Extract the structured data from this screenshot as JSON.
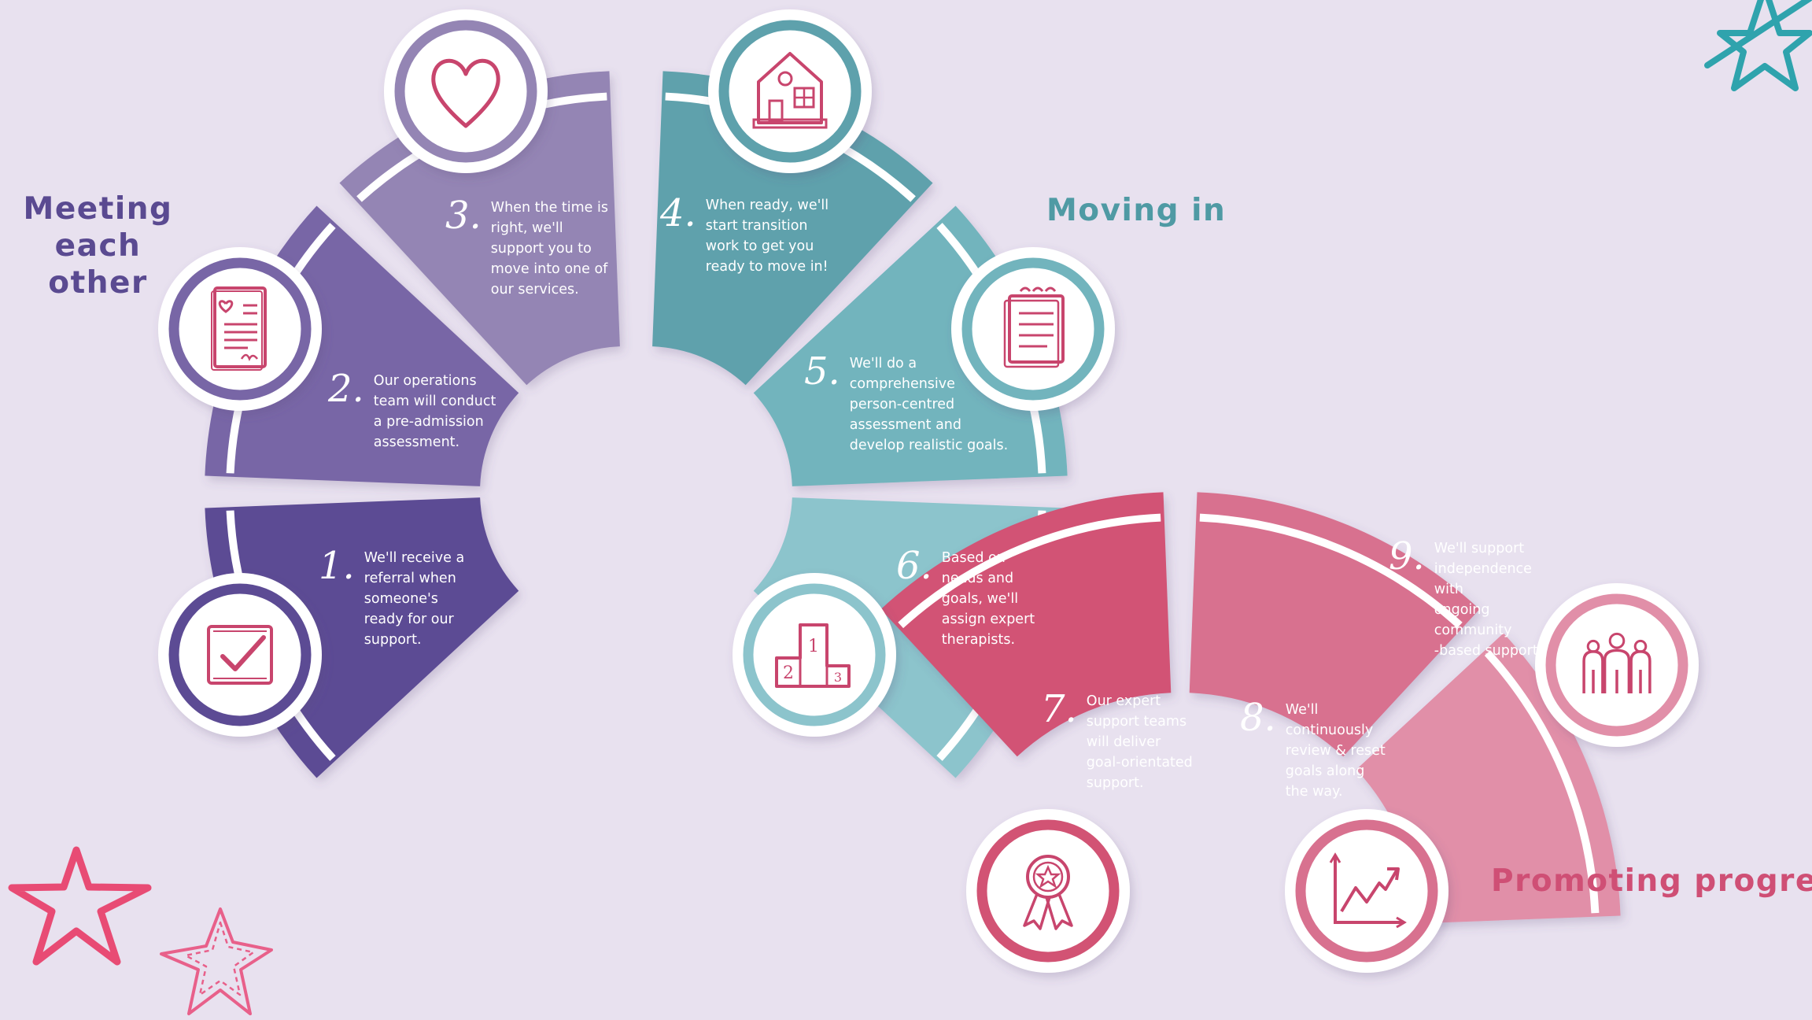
{
  "phases": {
    "meeting": [
      "Meeting",
      "each other"
    ],
    "moving": "Moving in",
    "promoting": "Promoting progress"
  },
  "colors": {
    "background": "#e8e1ef",
    "step1": "#5c4b94",
    "step2": "#7866a6",
    "step3": "#9485b4",
    "step4": "#5ea1ac",
    "step5": "#72b4bd",
    "step6": "#8cc4cc",
    "step7": "#d25374",
    "step8": "#d8718f",
    "step9": "#e18fa8",
    "icon_stroke": "#c8456d"
  },
  "steps": [
    {
      "num": "1.",
      "lines": [
        "We'll receive a",
        "referral when",
        "someone's",
        "ready for our",
        "support."
      ],
      "icon": "checkbox-icon"
    },
    {
      "num": "2.",
      "lines": [
        "Our operations",
        "team will conduct",
        "a pre-admission",
        "assessment."
      ],
      "icon": "document-icon"
    },
    {
      "num": "3.",
      "lines": [
        "When the time is",
        "right, we'll",
        "support you to",
        "move into one of",
        "our services."
      ],
      "icon": "heart-icon"
    },
    {
      "num": "4.",
      "lines": [
        "When ready, we'll",
        "start transition",
        "work to get you",
        "ready to move in!"
      ],
      "icon": "house-icon"
    },
    {
      "num": "5.",
      "lines": [
        "We'll do a",
        "comprehensive",
        "person-centred",
        "assessment and",
        "develop realistic goals."
      ],
      "icon": "notepad-icon"
    },
    {
      "num": "6.",
      "lines": [
        "Based on",
        "needs and",
        "goals, we'll",
        "assign expert",
        "therapists."
      ],
      "icon": "podium-icon"
    },
    {
      "num": "7.",
      "lines": [
        "Our expert",
        "support teams",
        "will deliver",
        "goal-orientated",
        "support."
      ],
      "icon": "award-ribbon-icon"
    },
    {
      "num": "8.",
      "lines": [
        "We'll",
        "continuously",
        "review & reset",
        "goals along",
        "the way."
      ],
      "icon": "growth-chart-icon"
    },
    {
      "num": "9.",
      "lines": [
        "We'll support",
        "independence",
        "with",
        "ongoing",
        "community",
        "-based support."
      ],
      "icon": "people-group-icon"
    }
  ]
}
